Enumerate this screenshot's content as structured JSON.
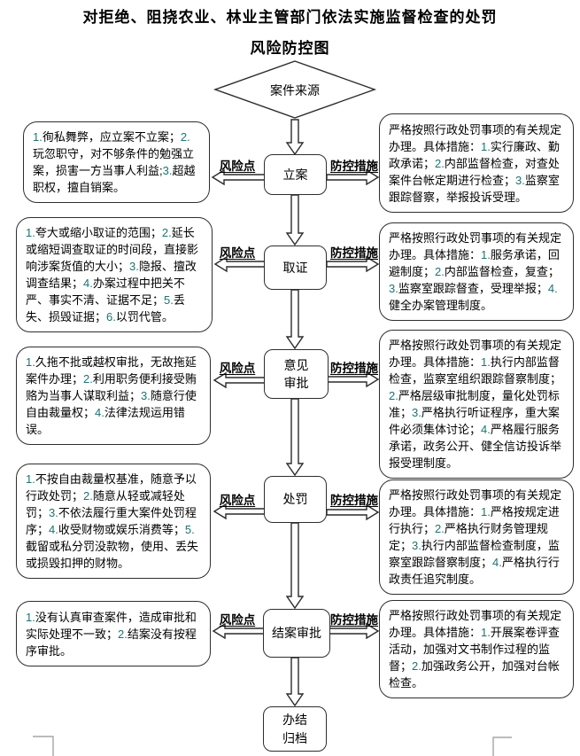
{
  "title": {
    "line1": "对拒绝、阻挠农业、林业主管部门依法实施监督检查的处罚",
    "line2": "风险防控图"
  },
  "diamond": {
    "label": "案件来源"
  },
  "labels": {
    "risk": "风险点",
    "control": "防控措施"
  },
  "steps": [
    {
      "name": "立案",
      "risk": "1.徇私舞弊，应立案不立案；2.玩忽职守，对不够条件的勉强立案，损害一方当事人利益;3.超越职权，擅自销案。",
      "control": "严格按照行政处罚事项的有关规定办理。具体措施：1.实行廉政、勤政承诺；2.内部监督检查，对查处案件台帐定期进行检查；3.监察室跟踪督察，举报投诉受理。"
    },
    {
      "name": "取证",
      "risk": "1.夸大或缩小取证的范围；2.延长或缩短调查取证的时间段，直接影响涉案货值的大小；3.隐报、擅改调查结果；4.办案过程中把关不严、事实不清、证据不足；5.丢失、损毁证据；6.以罚代管。",
      "control": "严格按照行政处罚事项的有关规定办理。具体措施：1.服务承诺，回避制度；2.内部监督检查，复查；3.监察室跟踪督查，受理举报；4.健全办案管理制度。"
    },
    {
      "name": "意见\n审批",
      "risk": "1.久拖不批或越权审批，无故拖延案件办理；2.利用职务便利接受贿赂为当事人谋取利益；3.随意行使自由裁量权；4.法律法规运用错误。",
      "control": "严格按照行政处罚事项的有关规定办理。具体措施：1.执行内部监督检查，监察室组织跟踪督察制度；2.严格层级审批制度，量化处罚标准；3.严格执行听证程序，重大案件必须集体讨论；4.严格履行服务承诺，政务公开、健全信访投诉举报受理制度。"
    },
    {
      "name": "处罚",
      "risk": "1.不按自由裁量权基准，随意予以行政处罚；2.随意从轻或减轻处罚；3.不依法履行重大案件处罚程序；4.收受财物或娱乐消费等；5.截留或私分罚没款物，使用、丢失或损毁扣押的财物。",
      "control": "严格按照行政处罚事项的有关规定办理。具体措施：1.严格按规定进行执行；2.严格执行财务管理规定；3.执行内部监督检查制度，监察室跟踪督察制度；4.严格执行行政责任追究制度。"
    },
    {
      "name": "结案审批",
      "risk": "1.没有认真审查案件，造成审批和实际处理不一致；2.结案没有按程序审批。",
      "control": "严格按照行政处罚事项的有关规定办理。具体措施：1.开展案卷评查活动，加强对文书制作过程的监督；2.加强政务公开，加强对台帐检查。"
    }
  ],
  "final_step": {
    "name": "办结\n归档"
  },
  "colors": {
    "number_accent": "#1d7373",
    "border": "#2e2e2e",
    "corner_mark": "#a6a6a6"
  }
}
